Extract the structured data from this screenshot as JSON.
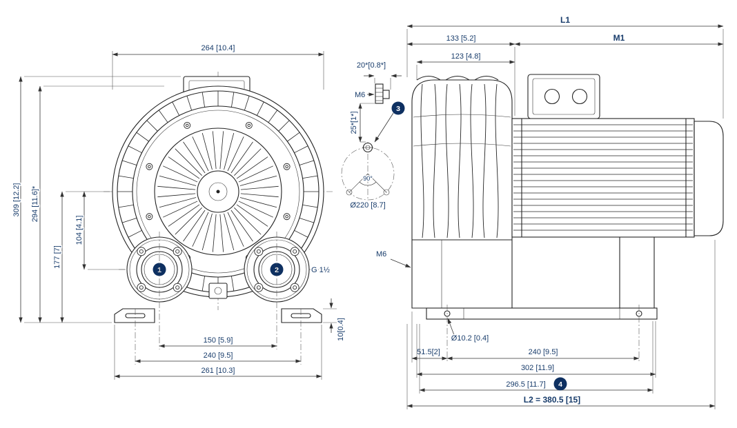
{
  "drawing": {
    "colors": {
      "line": "#222222",
      "dim_text": "#183c6b",
      "marker_bg": "#0e3061",
      "marker_fg": "#ffffff"
    },
    "front_view": {
      "dim_width": "264 [10.4]",
      "dim_height_total": "309 [12.2]",
      "dim_height_housing": "294 [11.6]*",
      "dim_axis_height": "177 [7]",
      "dim_port_offset": "104 [4.1]",
      "port_thread": "G 1½",
      "dim_port_spacing": "150 [5.9]",
      "dim_foot_holes": "240 [9.5]",
      "dim_foot_width": "261 [10.3]",
      "dim_foot_height": "10[0.4]",
      "marker_port1": "1",
      "marker_port2": "2"
    },
    "detail_view": {
      "dim_depth": "20*[0.8*]",
      "thread_label": "M6",
      "dim_offset": "25*[1*]",
      "angle_label": "90°",
      "bolt_circle": "Ø220 [8.7]",
      "marker": "3"
    },
    "side_view": {
      "dim_l1": "L1",
      "dim_front": "133 [5.2]",
      "dim_m1": "M1",
      "dim_port_face": "123 [4.8]",
      "thread_label": "M6",
      "dim_foot_hole_dia": "Ø10.2 [0.4]",
      "dim_foot_offset": "51.5[2]",
      "dim_foot_spacing": "240 [9.5]",
      "dim_base_length": "302 [11.9]",
      "dim_foot_span": "296.5 [11.7]",
      "marker": "4",
      "dim_l2": "L2 = 380.5 [15]"
    }
  }
}
